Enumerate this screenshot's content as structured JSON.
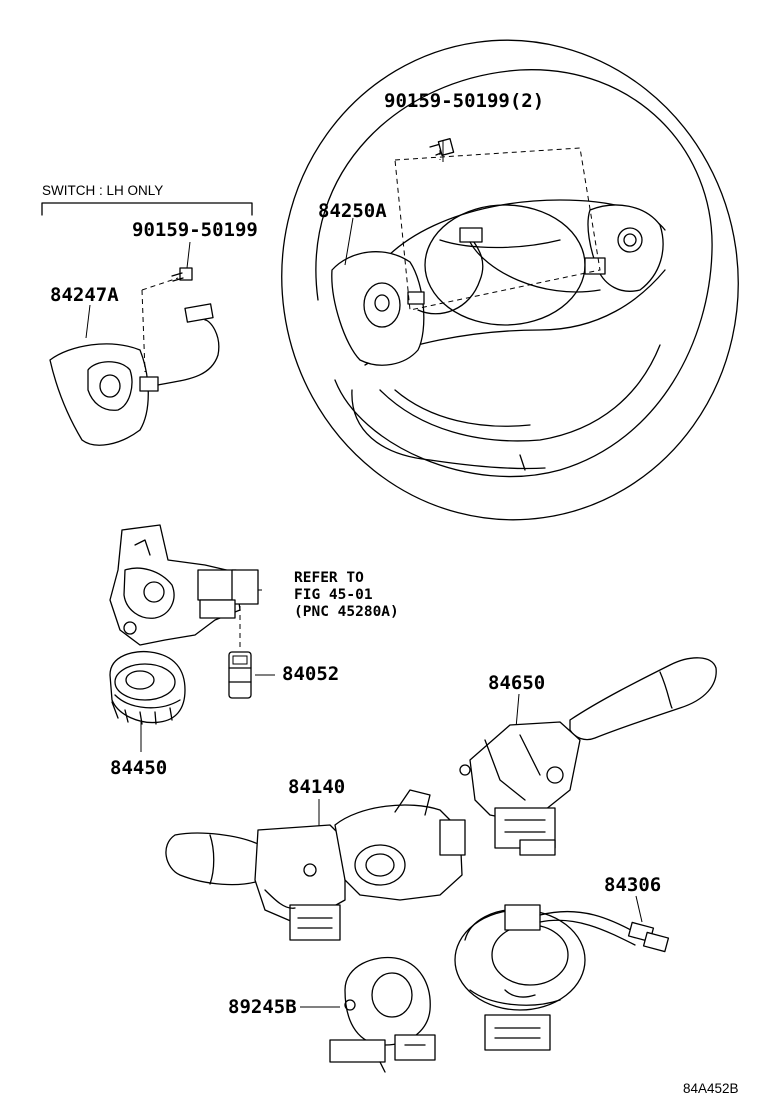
{
  "diagram_code": "84A452B",
  "note_lh_only": "SWITCH : LH ONLY",
  "refer_note": [
    "REFER TO",
    "FIG 45-01",
    "(PNC 45280A)"
  ],
  "parts": {
    "screw_rh": "90159-50199(2)",
    "steering_switch_rh": "84250A",
    "screw_lh": "90159-50199",
    "steering_switch_lh": "84247A",
    "switch_84052": "84052",
    "ignition_switch": "84450",
    "wiper_switch": "84650",
    "turn_signal_switch": "84140",
    "spiral_cable": "84306",
    "sensor_89245B": "89245B"
  }
}
